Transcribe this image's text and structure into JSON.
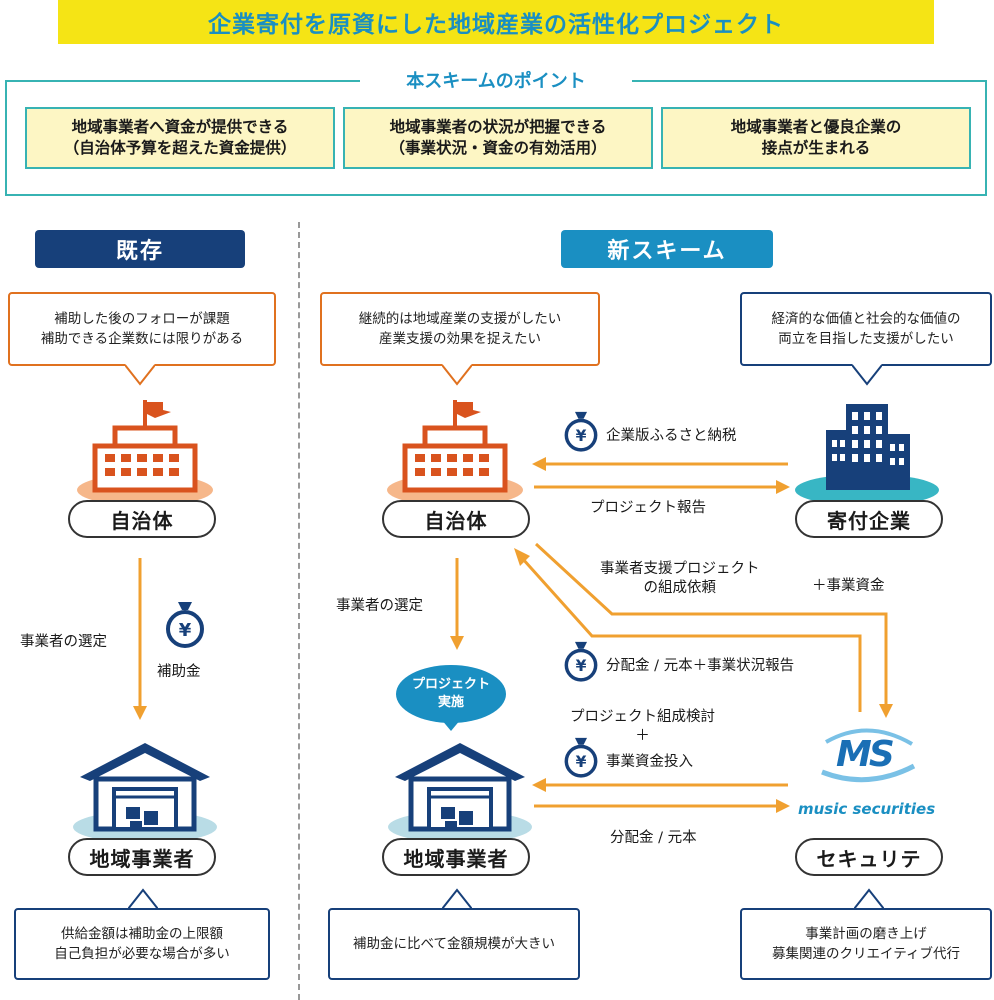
{
  "title": "企業寄付を原資にした地域産業の活性化プロジェクト",
  "points": {
    "heading": "本スキームのポイント",
    "items": [
      "地域事業者へ資金が提供できる\n（自治体予算を超えた資金提供）",
      "地域事業者の状況が把握できる\n（事業状況・資金の有効活用）",
      "地域事業者と優良企業の\n接点が生まれる"
    ]
  },
  "existing": {
    "badge": "既存",
    "bubble_top": "補助した後のフォローが課題\n補助できる企業数には限りがある",
    "municipality": "自治体",
    "select_label": "事業者の選定",
    "subsidy_label": "補助金",
    "business": "地域事業者",
    "bubble_bottom": "供給金額は補助金の上限額\n自己負担が必要な場合が多い"
  },
  "new_scheme": {
    "badge": "新スキーム",
    "bubble_municipality": "継続的は地域産業の支援がしたい\n産業支援の効果を捉えたい",
    "bubble_company": "経済的な価値と社会的な価値の\n両立を目指した支援がしたい",
    "municipality": "自治体",
    "company": "寄付企業",
    "business": "地域事業者",
    "securities": "セキュリテ",
    "project_bubble": "プロジェクト\n実施",
    "labels": {
      "tax": "企業版ふるさと納税",
      "report": "プロジェクト報告",
      "request": "事業者支援プロジェクト\nの組成依頼",
      "funds": "＋事業資金",
      "select": "事業者の選定",
      "distribution_report": "分配金 / 元本＋事業状況報告",
      "project_review": "プロジェクト組成検討\n＋",
      "investment": "事業資金投入",
      "distribution": "分配金 / 元本"
    },
    "ms_mark": "MS",
    "ms_brand": "music securities",
    "bubble_business": "補助金に比べて金額規模が大きい",
    "bubble_securities": "事業計画の磨き上げ\n募集関連のクリエイティブ代行"
  },
  "colors": {
    "title_bg": "#f5e415",
    "accent_blue": "#1a8fc2",
    "teal": "#37b3b3",
    "navy": "#17407a",
    "orange": "#e0711f",
    "arrow": "#f0a030"
  },
  "icons": [
    "building-icon",
    "flag-icon",
    "warehouse-icon",
    "money-bag-icon",
    "office-tower-icon",
    "music-securities-logo"
  ]
}
